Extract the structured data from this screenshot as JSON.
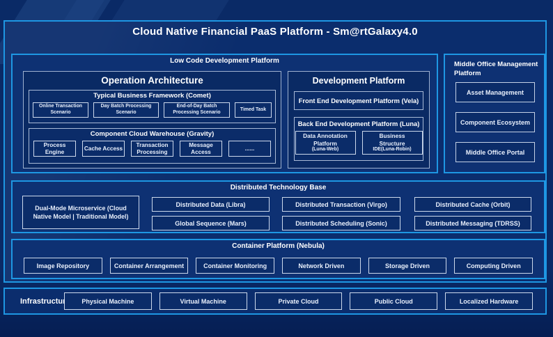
{
  "title": "Cloud Native Financial PaaS Platform - Sm@rtGalaxy4.0",
  "colors": {
    "background": "#0A2A66",
    "panel_fill": "#0B2D6D",
    "section_fill": "#0E3173",
    "box_fill": "#0B2C69",
    "accent_border": "#1E97E3",
    "light_border": "#CDD9EC",
    "text": "#FFFFFF"
  },
  "low_code": {
    "label": "Low Code Development Platform",
    "operation_architecture": {
      "title": "Operation Architecture",
      "comet": {
        "title": "Typical Business Framework (Comet)",
        "items": [
          "Online Transaction Scenario",
          "Day Batch Processing Scenario",
          "End-of-Day Batch Processing Scenario",
          "Timed Task"
        ]
      },
      "gravity": {
        "title": "Component Cloud Warehouse (Gravity)",
        "items": [
          "Process Engine",
          "Cache Access",
          "Transaction Processing",
          "Message Access",
          "......"
        ]
      }
    },
    "development_platform": {
      "title": "Development Platform",
      "front_end": "Front End Development Platform (Vela)",
      "back_end": {
        "title": "Back End Development Platform (Luna)",
        "items": [
          {
            "line1": "Data Annotation",
            "line2": "Platform",
            "line3": "(Luna-Web)"
          },
          {
            "line1": "Business",
            "line2": "Structure",
            "line3": "IDE(Luna-Robin)"
          }
        ]
      }
    }
  },
  "middle_office": {
    "title": "Middle Office Management Platform",
    "items": [
      "Asset Management",
      "Component Ecosystem",
      "Middle Office Portal"
    ]
  },
  "distributed": {
    "title": "Distributed Technology Base",
    "dual_mode": "Dual-Mode Microservice (Cloud Native Model | Traditional Model)",
    "col1": [
      "Distributed Data (Libra)",
      "Global Sequence (Mars)"
    ],
    "col2": [
      "Distributed Transaction (Virgo)",
      "Distributed Scheduling (Sonic)"
    ],
    "col3": [
      "Distributed Cache (Orbit)",
      "Distributed Messaging (TDRSS)"
    ]
  },
  "container_platform": {
    "title": "Container Platform (Nebula)",
    "items": [
      "Image Repository",
      "Container Arrangement",
      "Container Monitoring",
      "Network Driven",
      "Storage Driven",
      "Computing Driven"
    ]
  },
  "infrastructure": {
    "label": "Infrastructure",
    "items": [
      "Physical Machine",
      "Virtual Machine",
      "Private Cloud",
      "Public Cloud",
      "Localized Hardware"
    ]
  }
}
